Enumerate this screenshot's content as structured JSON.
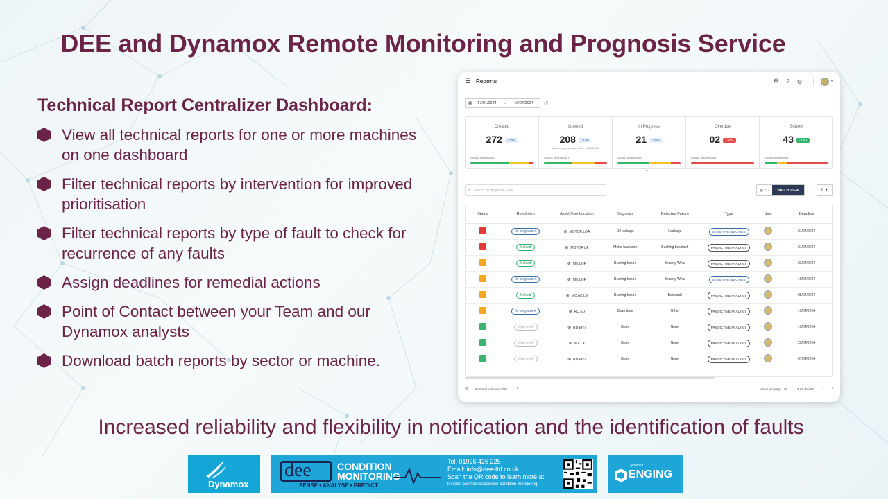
{
  "slide": {
    "title": "DEE and Dynamox Remote Monitoring and Prognosis Service",
    "subtitle": "Technical Report Centralizer Dashboard:",
    "bullets": [
      "View all technical reports for one or more machines on one dashboard",
      "Filter technical reports by intervention for improved prioritisation",
      "Filter technical reports by type of fault to check for recurrence of any faults",
      "Assign deadlines for remedial actions",
      "Point of Contact between your Team and our Dynamox analysts",
      "Download batch reports by sector or machine."
    ],
    "tagline": "Increased reliability and flexibility in notification and the identification of faults",
    "accent_color": "#6b2448"
  },
  "dashboard": {
    "title": "Reports",
    "icons": [
      "menu-icon",
      "print-icon",
      "help-icon",
      "globe-icon",
      "avatar",
      "chevron-down-icon"
    ],
    "date_from": "17/01/2024",
    "date_arrow": "→",
    "date_to": "16/04/2024",
    "cards": [
      {
        "label": "Created",
        "value": "272",
        "badge": "↑ 13%",
        "badge_style": "blue",
        "note": "",
        "status": "Status distribution:",
        "dist": [
          60,
          32,
          8
        ],
        "dist_colors": [
          "#35b46b",
          "#f4c22b",
          "#e84848"
        ]
      },
      {
        "label": "Opened",
        "value": "208",
        "badge": "↑ 10%",
        "badge_style": "blue",
        "note": "Upcoming expiration date: 16/04/2024",
        "status": "Status distribution:",
        "dist": [
          45,
          35,
          20
        ],
        "dist_colors": [
          "#35b46b",
          "#f4c22b",
          "#e84848"
        ]
      },
      {
        "label": "In Progress",
        "value": "21",
        "badge": "↑ 63%",
        "badge_style": "blue",
        "note": "",
        "status": "Status distribution:",
        "dist": [
          50,
          35,
          15
        ],
        "dist_colors": [
          "#35b46b",
          "#f4c22b",
          "#e84848"
        ]
      },
      {
        "label": "Overdue",
        "value": "02",
        "badge": "↑ 50%",
        "badge_style": "red",
        "note": "",
        "status": "Status distribution:",
        "dist": [
          0,
          0,
          100
        ],
        "dist_colors": [
          "#35b46b",
          "#f4c22b",
          "#e84848"
        ]
      },
      {
        "label": "Solved",
        "value": "43",
        "badge": "↑ 14%",
        "badge_style": "green",
        "note": "",
        "status": "Status distribution:",
        "dist": [
          20,
          15,
          65
        ],
        "dist_colors": [
          "#35b46b",
          "#f4c22b",
          "#e84848"
        ]
      }
    ],
    "search_placeholder": "Search by diagnosis, user",
    "batch_count": "272",
    "batch_label": "BATCH VIEW",
    "filter_count": "0",
    "columns": [
      "Status",
      "Resolution",
      "Asset Tree Location",
      "Diagnosis",
      "Detected Failure",
      "Type",
      "User",
      "Deadline"
    ],
    "rows": [
      {
        "status_color": "#e03a3a",
        "resolution": "In progress ▾",
        "res_style": "prog",
        "asset": "MOTOR LOA",
        "diagnosis": "Oil leakage",
        "failure": "Leakage",
        "type": "SENSITIVE ANALYSIS",
        "type_style": "sens",
        "deadline": "21/04/2024"
      },
      {
        "status_color": "#e03a3a",
        "resolution": "Solved",
        "res_style": "solved",
        "asset": "MOTOR LA",
        "diagnosis": "Motor backlash",
        "failure": "Bushing backlash",
        "type": "PREDICTIVE ANALYSIS",
        "type_style": "pred",
        "deadline": "21/04/2024"
      },
      {
        "status_color": "#f5a623",
        "resolution": "Solved",
        "res_style": "solved",
        "asset": "MC LOP",
        "diagnosis": "Bearing failure",
        "failure": "Bearing Wear",
        "type": "PREDICTIVE ANALYSIS",
        "type_style": "pred",
        "deadline": "23/04/2024"
      },
      {
        "status_color": "#f5a623",
        "resolution": "In progress ▾",
        "res_style": "prog",
        "asset": "MC LOP",
        "diagnosis": "Bearing failure",
        "failure": "Bearing Wear",
        "type": "SENSITIVE ANALYSIS",
        "type_style": "sens",
        "deadline": "10/04/2024"
      },
      {
        "status_color": "#f5a623",
        "resolution": "Solved",
        "res_style": "solved",
        "asset": "MC AC LE",
        "diagnosis": "Bearing failure",
        "failure": "Backlash",
        "type": "PREDICTIVE ANALYSIS",
        "type_style": "pred",
        "deadline": "05/04/2024"
      },
      {
        "status_color": "#f5a623",
        "resolution": "In progress ▾",
        "res_style": "prog",
        "asset": "RD SD",
        "diagnosis": "Downtime",
        "failure": "Other",
        "type": "PREDICTIVE ANALYSIS",
        "type_style": "pred",
        "deadline": "15/04/2024"
      },
      {
        "status_color": "#3cb371",
        "resolution": "Opened ▾",
        "res_style": "opened",
        "asset": "RD ENT",
        "diagnosis": "None",
        "failure": "None",
        "type": "PREDICTIVE ANALYSIS",
        "type_style": "pred",
        "deadline": "15/04/2024"
      },
      {
        "status_color": "#3cb371",
        "resolution": "Opened ▾",
        "res_style": "opened",
        "asset": "MT LA",
        "diagnosis": "None",
        "failure": "None",
        "type": "PREDICTIVE ANALYSIS",
        "type_style": "pred",
        "deadline": "25/04/2024"
      },
      {
        "status_color": "#3cb371",
        "resolution": "Opened ▾",
        "res_style": "opened",
        "asset": "RD ENT",
        "diagnosis": "None",
        "failure": "None",
        "type": "PREDICTIVE ANALYSIS",
        "type_style": "pred",
        "deadline": "07/04/2024"
      }
    ],
    "footer": {
      "selected": "Selected columns: 9/10",
      "lines": "Lines per page : 50",
      "range": "1-50 de 217"
    }
  },
  "logos": {
    "dynamox": "Dynamox",
    "dee_brand": "dee",
    "dee_line1": "CONDITION",
    "dee_line2": "MONITORING",
    "dee_sense": "SENSE • ANALYSE • PREDICT",
    "dee_tel": "Tel: 01926 426 225",
    "dee_email": "Email: info@dee-ltd.co.uk",
    "dee_scan": "Scan the QR code to learn more at",
    "dee_link": "linkedin.com/showcase/dee-condition-monitoring",
    "enging_small": "Dynamox",
    "enging": "ENGING"
  }
}
